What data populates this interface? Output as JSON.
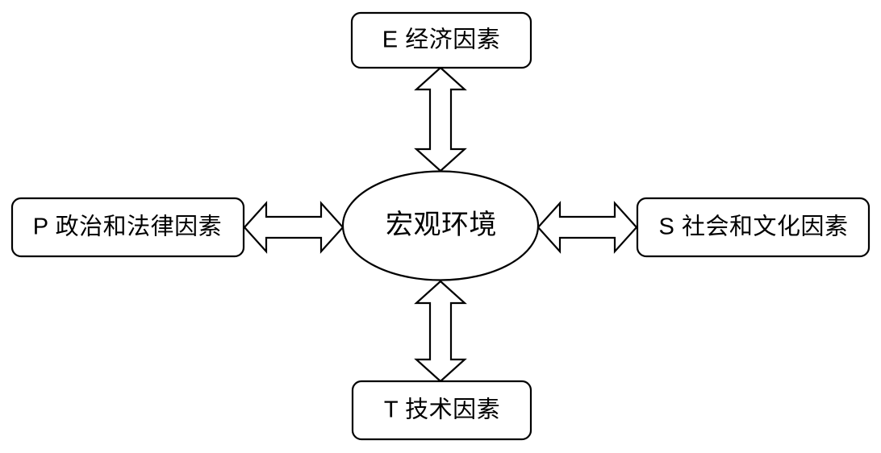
{
  "diagram": {
    "type": "pest-analysis",
    "title_text": "",
    "background_color": "#ffffff",
    "stroke_color": "#000000",
    "fill_color": "#ffffff",
    "center": {
      "id": "macro-environment",
      "label": "宏观环境",
      "shape": "ellipse"
    },
    "nodes": [
      {
        "id": "economic",
        "letter": "E",
        "label": "E 经济因素",
        "position": "top",
        "shape": "rounded-rectangle"
      },
      {
        "id": "political-legal",
        "letter": "P",
        "label": "P 政治和法律因素",
        "position": "left",
        "shape": "rounded-rectangle"
      },
      {
        "id": "social-cultural",
        "letter": "S",
        "label": "S 社会和文化因素",
        "position": "right",
        "shape": "rounded-rectangle"
      },
      {
        "id": "technological",
        "letter": "T",
        "label": "T 技术因素",
        "position": "bottom",
        "shape": "rounded-rectangle"
      }
    ],
    "connectors": [
      {
        "id": "top-connector",
        "from": "economic",
        "to": "macro-environment",
        "style": "double-headed-arrow",
        "orientation": "vertical"
      },
      {
        "id": "left-connector",
        "from": "political-legal",
        "to": "macro-environment",
        "style": "double-headed-arrow",
        "orientation": "horizontal"
      },
      {
        "id": "right-connector",
        "from": "macro-environment",
        "to": "social-cultural",
        "style": "double-headed-arrow",
        "orientation": "horizontal"
      },
      {
        "id": "bottom-connector",
        "from": "macro-environment",
        "to": "technological",
        "style": "double-headed-arrow",
        "orientation": "vertical"
      }
    ]
  }
}
